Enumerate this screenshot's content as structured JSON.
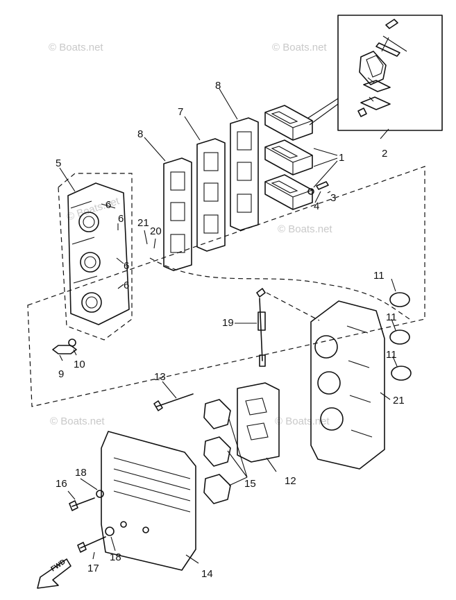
{
  "watermark": {
    "text": "© Boats.net"
  },
  "fwd_label": "FWD",
  "callouts": {
    "c1": "1",
    "c2": "2",
    "c3": "3",
    "c4": "4",
    "c5": "5",
    "c6a": "6",
    "c6b": "6",
    "c6c": "6",
    "c6d": "6",
    "c7": "7",
    "c8a": "8",
    "c8b": "8",
    "c9": "9",
    "c10": "10",
    "c11a": "11",
    "c11b": "11",
    "c11c": "11",
    "c12": "12",
    "c13": "13",
    "c14": "14",
    "c15": "15",
    "c16": "16",
    "c17": "17",
    "c18a": "18",
    "c18b": "18",
    "c19": "19",
    "c20": "20",
    "c21a": "21",
    "c21b": "21"
  }
}
